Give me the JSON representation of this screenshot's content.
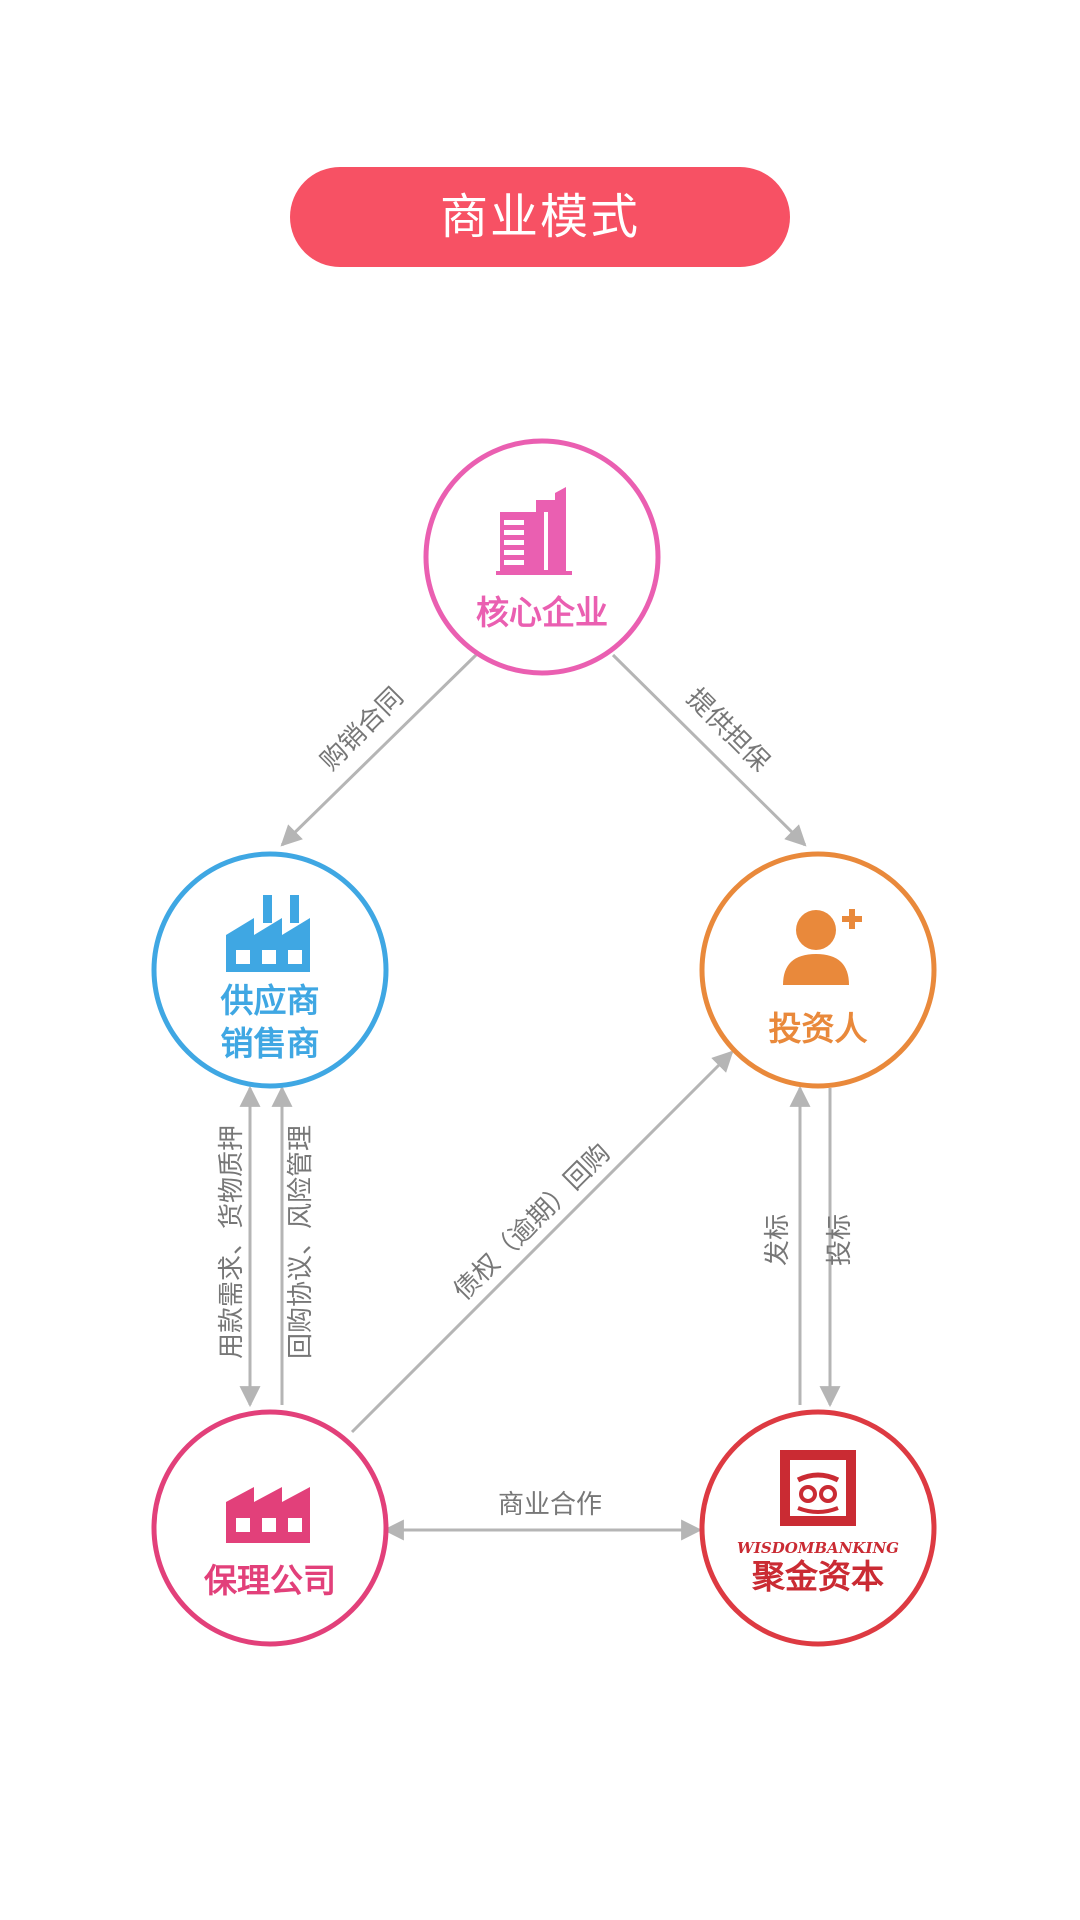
{
  "title": "商业模式",
  "colors": {
    "title_bg": "#f75164",
    "core": "#ea5fb1",
    "supplier": "#3fa7e3",
    "investor": "#e9893b",
    "factoring": "#e2407a",
    "wisdom": "#dd3a42",
    "edge": "#b5b5b5"
  },
  "nodes": {
    "core": {
      "label": "核心企业",
      "icon": "office-building-icon"
    },
    "supplier": {
      "label_line1": "供应商",
      "label_line2": "销售商",
      "icon": "factory-icon"
    },
    "investor": {
      "label": "投资人",
      "icon": "add-user-icon"
    },
    "factoring": {
      "label": "保理公司",
      "icon": "factory-icon"
    },
    "wisdom": {
      "label": "聚金资本",
      "brand": "WISDOMBANKING",
      "icon": "wisdombanking-logo-icon"
    }
  },
  "edges": {
    "core_supplier": "购销合同",
    "core_investor": "提供担保",
    "factoring_to_supplier": "用款需求、货物质押",
    "supplier_to_factoring": "回购协议、风险管理",
    "factoring_investor": "债权（逾期）回购",
    "wisdom_to_investor": "发标",
    "investor_to_wisdom": "投标",
    "factoring_wisdom": "商业合作"
  }
}
